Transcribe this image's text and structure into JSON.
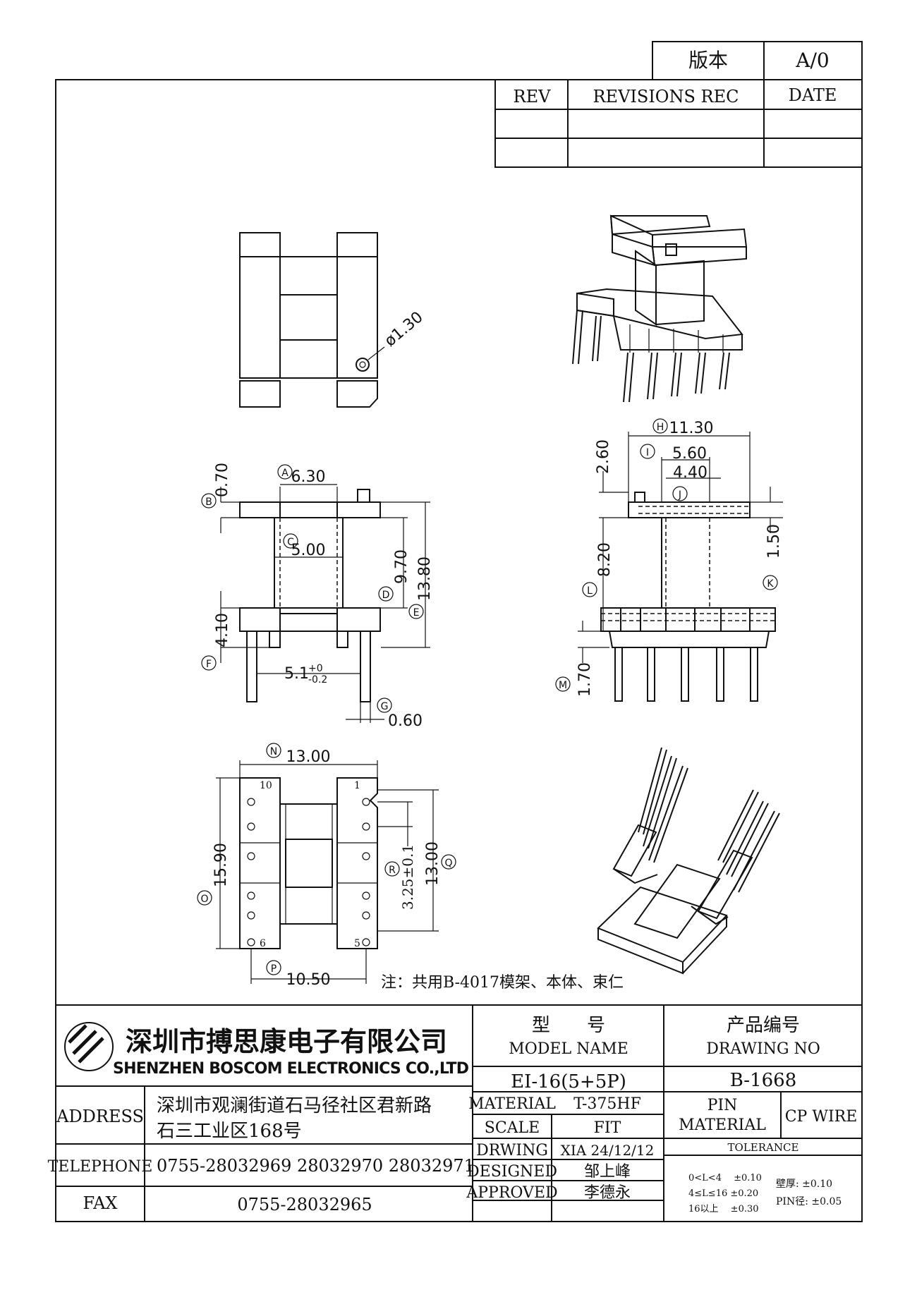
{
  "revision_box": {
    "version_label": "版本",
    "version_value": "A/0",
    "rev_header": "REV",
    "revisions_header": "REVISIONS REC",
    "date_header": "DATE"
  },
  "dimensions": {
    "hole_dia": "ø1.30",
    "A": "6.30",
    "B": "0.70",
    "C": "5.00",
    "D": "9.70",
    "E": "13.80",
    "F": "4.10",
    "slot_w": "5.1",
    "slot_tol_plus": "+0",
    "slot_tol_minus": "-0.2",
    "G": "0.60",
    "H": "11.30",
    "I": "5.60",
    "J": "4.40",
    "top_h": "2.60",
    "L": "8.20",
    "K": "1.50",
    "M": "1.70",
    "N": "13.00",
    "O": "15.90",
    "P": "10.50",
    "Q": "13.00",
    "R": "3.25±0.1"
  },
  "callouts": [
    "A",
    "B",
    "C",
    "D",
    "E",
    "F",
    "G",
    "H",
    "I",
    "J",
    "K",
    "L",
    "M",
    "N",
    "O",
    "P",
    "Q",
    "R"
  ],
  "pin_numbers": {
    "p1": "1",
    "p5": "5",
    "p6": "6",
    "p10": "10"
  },
  "note": "注：共用B-4017模架、本体、束仁",
  "title_block": {
    "company_cn": "深圳市搏思康电子有限公司",
    "company_en": "SHENZHEN BOSCOM ELECTRONICS CO.,LTD",
    "address_label": "ADDRESS",
    "address_line1": "深圳市观澜街道石马径社区君新路",
    "address_line2": "石三工业区168号",
    "telephone_label": "TELEPHONE",
    "telephone": "0755-28032969 28032970 28032971",
    "fax_label": "FAX",
    "fax": "0755-28032965",
    "model_cn": "型　　号",
    "model_en": "MODEL NAME",
    "model_value": "EI-16(5+5P)",
    "drawing_cn": "产品编号",
    "drawing_en": "DRAWING NO",
    "drawing_value": "B-1668",
    "material_label": "MATERIAL",
    "material_value": "T-375HF",
    "scale_label": "SCALE",
    "scale_value": "FIT",
    "drwing_label": "DRWING",
    "drwing_value": "XIA 24/12/12",
    "designed_label": "DESIGNED",
    "designed_value": "邹上峰",
    "approved_label": "APPROVED",
    "approved_value": "李德永",
    "pin_material_1": "PIN",
    "pin_material_2": "MATERIAL",
    "pin_material_value": "CP WIRE",
    "tolerance_label": "TOLERANCE",
    "tol_1": "0<L<4　 ±0.10",
    "tol_2": "4≤L≤16 ±0.20",
    "tol_3": "16以上　 ±0.30",
    "tol_wall": "壁厚: ±0.10",
    "tol_pin": "PIN径: ±0.05"
  }
}
